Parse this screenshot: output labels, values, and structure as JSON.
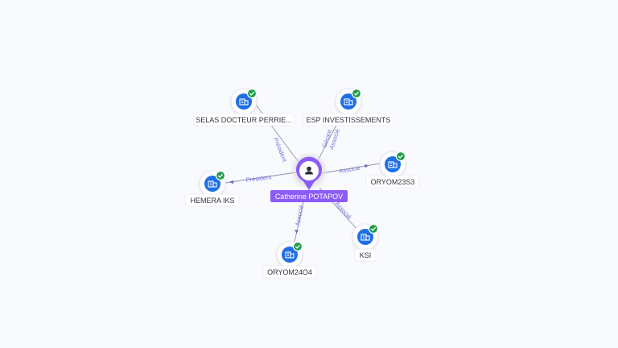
{
  "colors": {
    "background": "#f9fafd",
    "company_node": "#1f6fe5",
    "person_node": "#8b5cf6",
    "verified_badge": "#1e9d4a",
    "edge_label": "#7a6fd6"
  },
  "center": {
    "name": "Catherine POTAPOV",
    "icon": "person-icon"
  },
  "companies": [
    {
      "name": "SELAS DOCTEUR PERRIE...",
      "icon": "building-icon",
      "verified": true
    },
    {
      "name": "ESP INVESTISSEMENTS",
      "icon": "building-icon",
      "verified": true
    },
    {
      "name": "HEMERA IKS",
      "icon": "building-icon",
      "verified": true
    },
    {
      "name": "ORYOM23S3",
      "icon": "building-icon",
      "verified": true
    },
    {
      "name": "ORYOM24O4",
      "icon": "building-icon",
      "verified": true
    },
    {
      "name": "KSI",
      "icon": "building-icon",
      "verified": true
    }
  ],
  "relations": [
    {
      "target": "SELAS DOCTEUR PERRIE...",
      "labels": [
        "Président"
      ]
    },
    {
      "target": "ESP INVESTISSEMENTS",
      "labels": [
        "Gérant",
        "Associé"
      ]
    },
    {
      "target": "HEMERA IKS",
      "labels": [
        "Président"
      ]
    },
    {
      "target": "ORYOM23S3",
      "labels": [
        "Associé"
      ]
    },
    {
      "target": "ORYOM24O4",
      "labels": [
        "Associé"
      ]
    },
    {
      "target": "KSI",
      "labels": [
        "Associé"
      ]
    }
  ]
}
